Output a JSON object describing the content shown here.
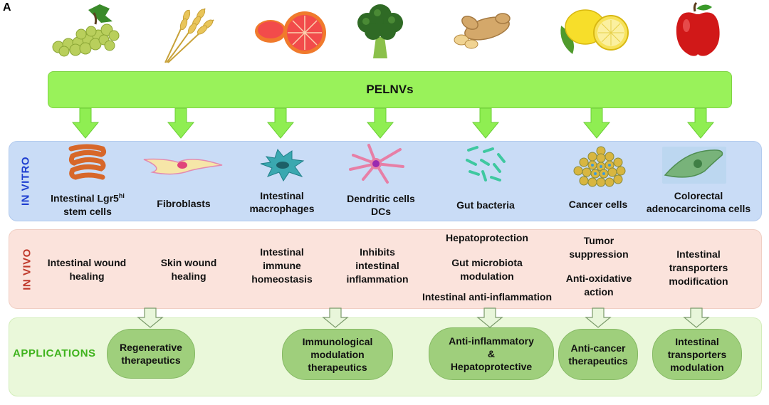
{
  "panel_letter": "A",
  "source_icons": [
    "grapes-icon",
    "wheat-icon",
    "grapefruit-icon",
    "broccoli-icon",
    "ginger-icon",
    "lemon-icon",
    "apple-icon"
  ],
  "center_title": "PELNVs",
  "section_labels": {
    "in_vitro": "IN VITRO",
    "in_vivo": "IN VIVO",
    "applications": "APPLICATIONS"
  },
  "in_vitro_cells": [
    {
      "line1": "Intestinal Lgr5",
      "sup": "hi",
      "line2": "stem cells"
    },
    {
      "line1": "Fibroblasts"
    },
    {
      "line1": "Intestinal",
      "line2": "macrophages"
    },
    {
      "line1": "Dendritic cells",
      "line2": "DCs"
    },
    {
      "line1": "Gut bacteria"
    },
    {
      "line1": "Cancer cells"
    },
    {
      "line1": "Colorectal",
      "line2": "adenocarcinoma cells"
    }
  ],
  "in_vivo_effects": [
    [
      "Intestinal wound",
      "healing"
    ],
    [
      "Skin wound",
      "healing"
    ],
    [
      "Intestinal",
      "immune",
      "homeostasis"
    ],
    [
      "Inhibits",
      "intestinal",
      "inflammation"
    ],
    {
      "a": "Hepatoprotection",
      "b1": "Gut microbiota",
      "b2": "modulation",
      "c": "Intestinal anti-inflammation"
    },
    {
      "a1": "Tumor",
      "a2": "suppression",
      "b1": "Anti-oxidative",
      "b2": "action"
    },
    [
      "Intestinal",
      "transporters",
      "modification"
    ]
  ],
  "applications": [
    [
      "Regenerative",
      "therapeutics"
    ],
    [
      "Immunological",
      "modulation",
      "therapeutics"
    ],
    [
      "Anti-inflammatory",
      "&",
      "Hepatoprotective"
    ],
    [
      "Anti-cancer",
      "therapeutics"
    ],
    [
      "Intestinal",
      "transporters",
      "modulation"
    ]
  ],
  "colors": {
    "bar_green": "#99f25a",
    "arrow_green": "#8fee52",
    "in_vitro_bg": "#c9dcf6",
    "in_vivo_bg": "#fbe3dc",
    "applications_bg": "#eaf8da",
    "pill_green": "#9fcf7c",
    "in_vitro_label": "#1f3fd0",
    "in_vivo_label": "#c0392b",
    "applications_label": "#3fb31d"
  }
}
